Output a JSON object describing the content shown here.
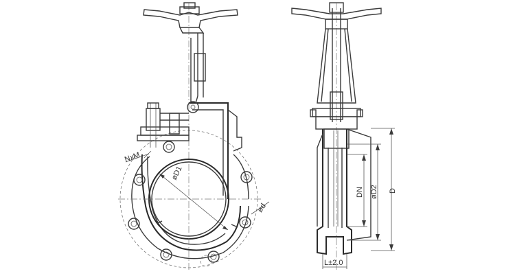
{
  "labels": {
    "bolt_spec": "NxM",
    "inner_diameter": "øD1",
    "hole_diameter": "ød",
    "nominal_diameter": "DN",
    "pitch_diameter": "øD2",
    "outer_diameter": "D",
    "face_length": "L±2.0"
  },
  "colors": {
    "line": "#3a3a3a",
    "center_line": "#777777",
    "background": "#ffffff"
  }
}
